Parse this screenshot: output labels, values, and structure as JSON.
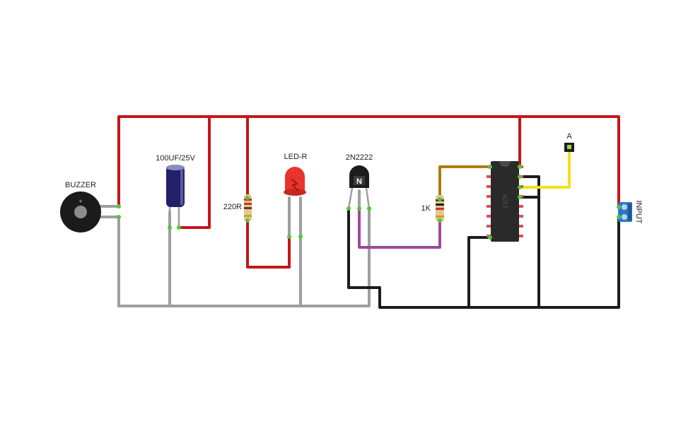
{
  "labels": {
    "buzzer": "BUZZER",
    "buzzer_plus": "+",
    "capacitor": "100UF/25V",
    "resistor_220": "220R",
    "led": "LED-R",
    "transistor": "2N2222",
    "transistor_mark": "N",
    "resistor_1k": "1K",
    "ic": "4017",
    "probe": "A",
    "input": "INPUT"
  },
  "colors": {
    "vcc_wire": "#c4161c",
    "gnd_wire": "#9e9e9e",
    "black_wire": "#1c1c1c",
    "base_wire": "#a0479e",
    "ic_wire": "#b07a12",
    "probe_wire": "#f2e21b",
    "pin_green": "#55c53a",
    "ic_body": "#2a2a2a",
    "ic_pin": "#e05050",
    "led": "#e8352c",
    "capacitor": "#22206a",
    "terminal": "#2a78c4"
  }
}
